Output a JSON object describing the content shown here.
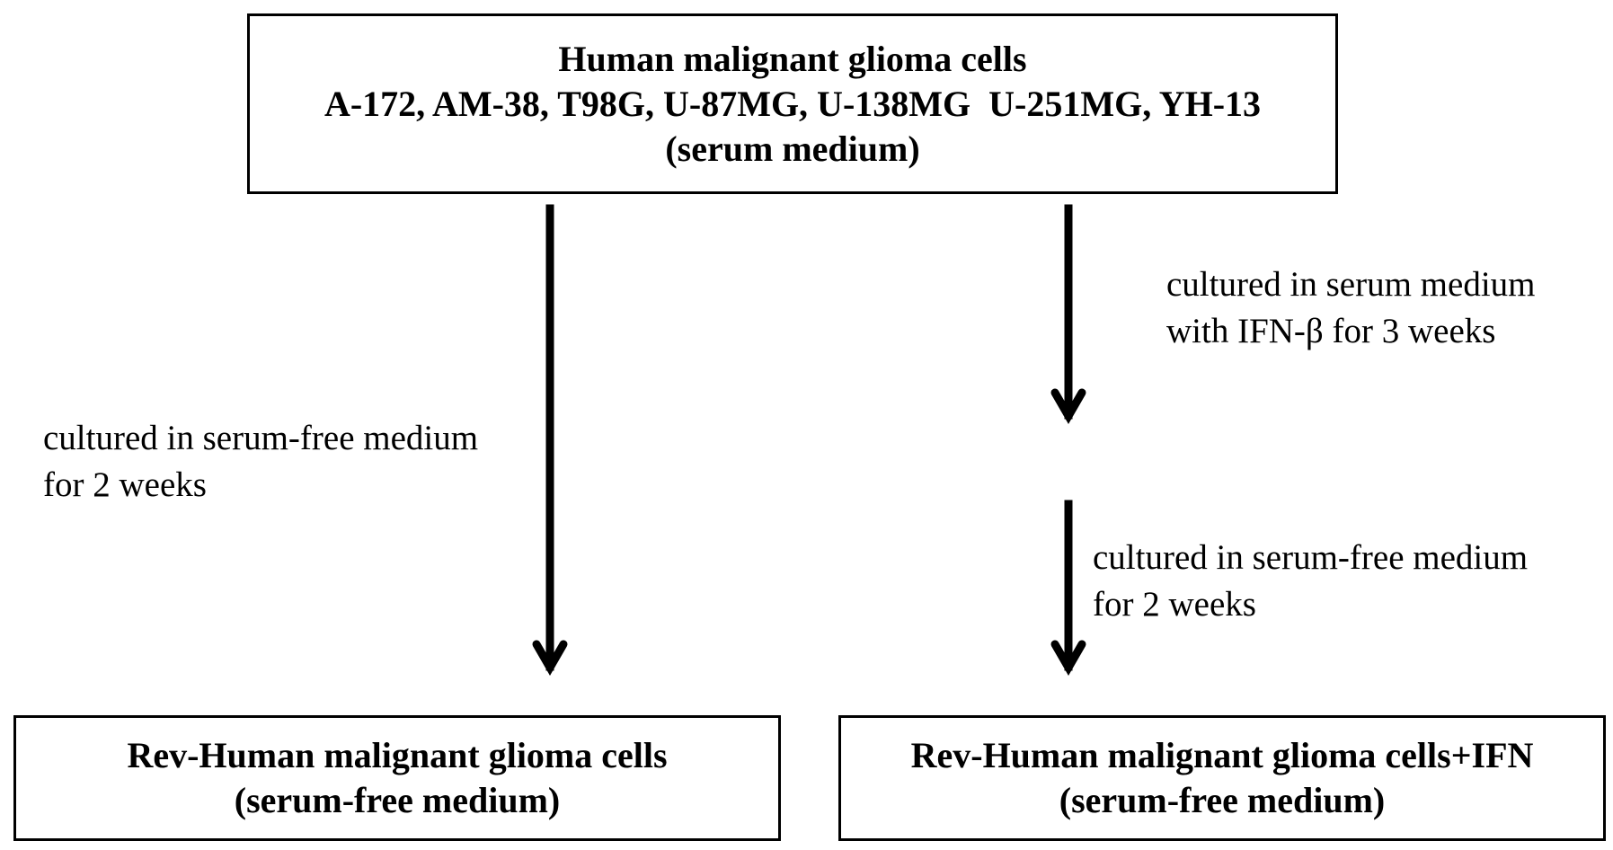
{
  "top_box": {
    "line1": "Human malignant glioma cells",
    "line2": "A-172, AM-38, T98G, U-87MG, U-138MG  U-251MG, YH-13",
    "line3": "(serum medium)"
  },
  "left_branch": {
    "label_line1": "cultured in serum-free medium",
    "label_line2": "for 2 weeks"
  },
  "right_branch": {
    "step1_line1": "cultured in serum medium",
    "step1_line2": "with IFN-β for 3 weeks",
    "step2_line1": "cultured in serum-free medium",
    "step2_line2": "for 2 weeks"
  },
  "bottom_left_box": {
    "line1": "Rev-Human malignant glioma cells",
    "line2": "(serum-free medium)"
  },
  "bottom_right_box": {
    "line1": "Rev-Human malignant glioma cells+IFN",
    "line2": "(serum-free medium)"
  }
}
